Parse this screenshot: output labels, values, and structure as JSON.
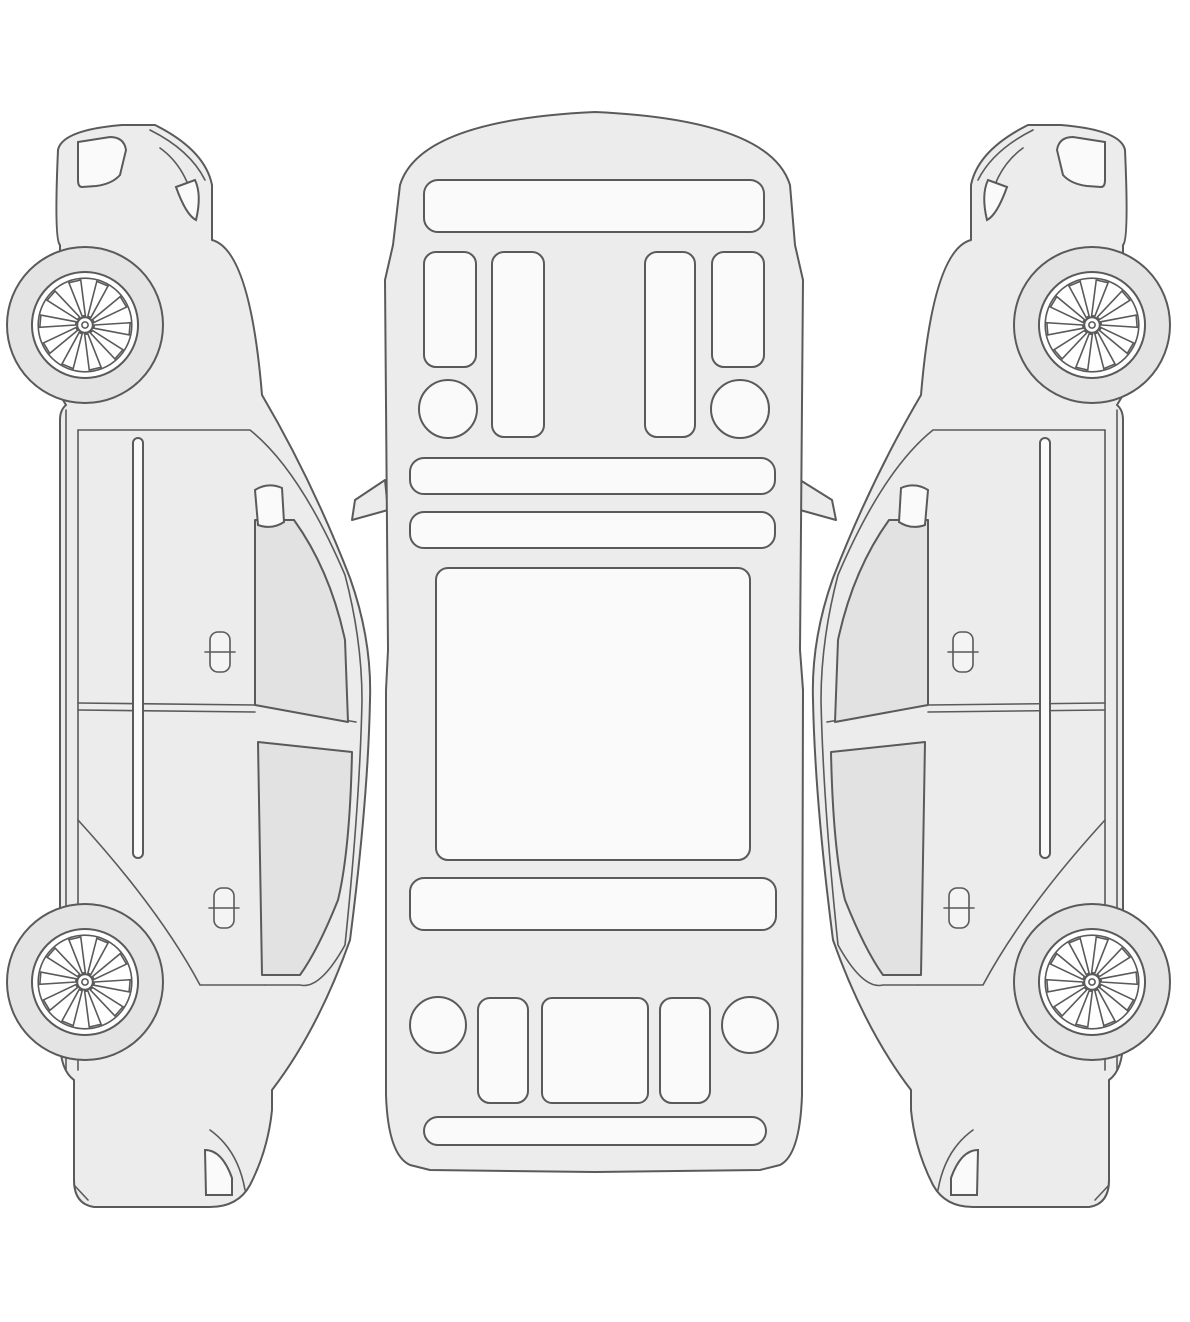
{
  "colors": {
    "stroke": "#5a5a5a",
    "fill": "#ececec",
    "panel": "#fafafa",
    "glass": "#e2e2e2",
    "tyre": "#e4e4e4"
  },
  "views": [
    {
      "id": "left-side-view",
      "wheels": 2,
      "doors": 2
    },
    {
      "id": "top-view",
      "wheels": 0,
      "doors": 0
    },
    {
      "id": "right-side-view",
      "wheels": 2,
      "doors": 2
    }
  ],
  "wheel": {
    "spokes": 10
  }
}
